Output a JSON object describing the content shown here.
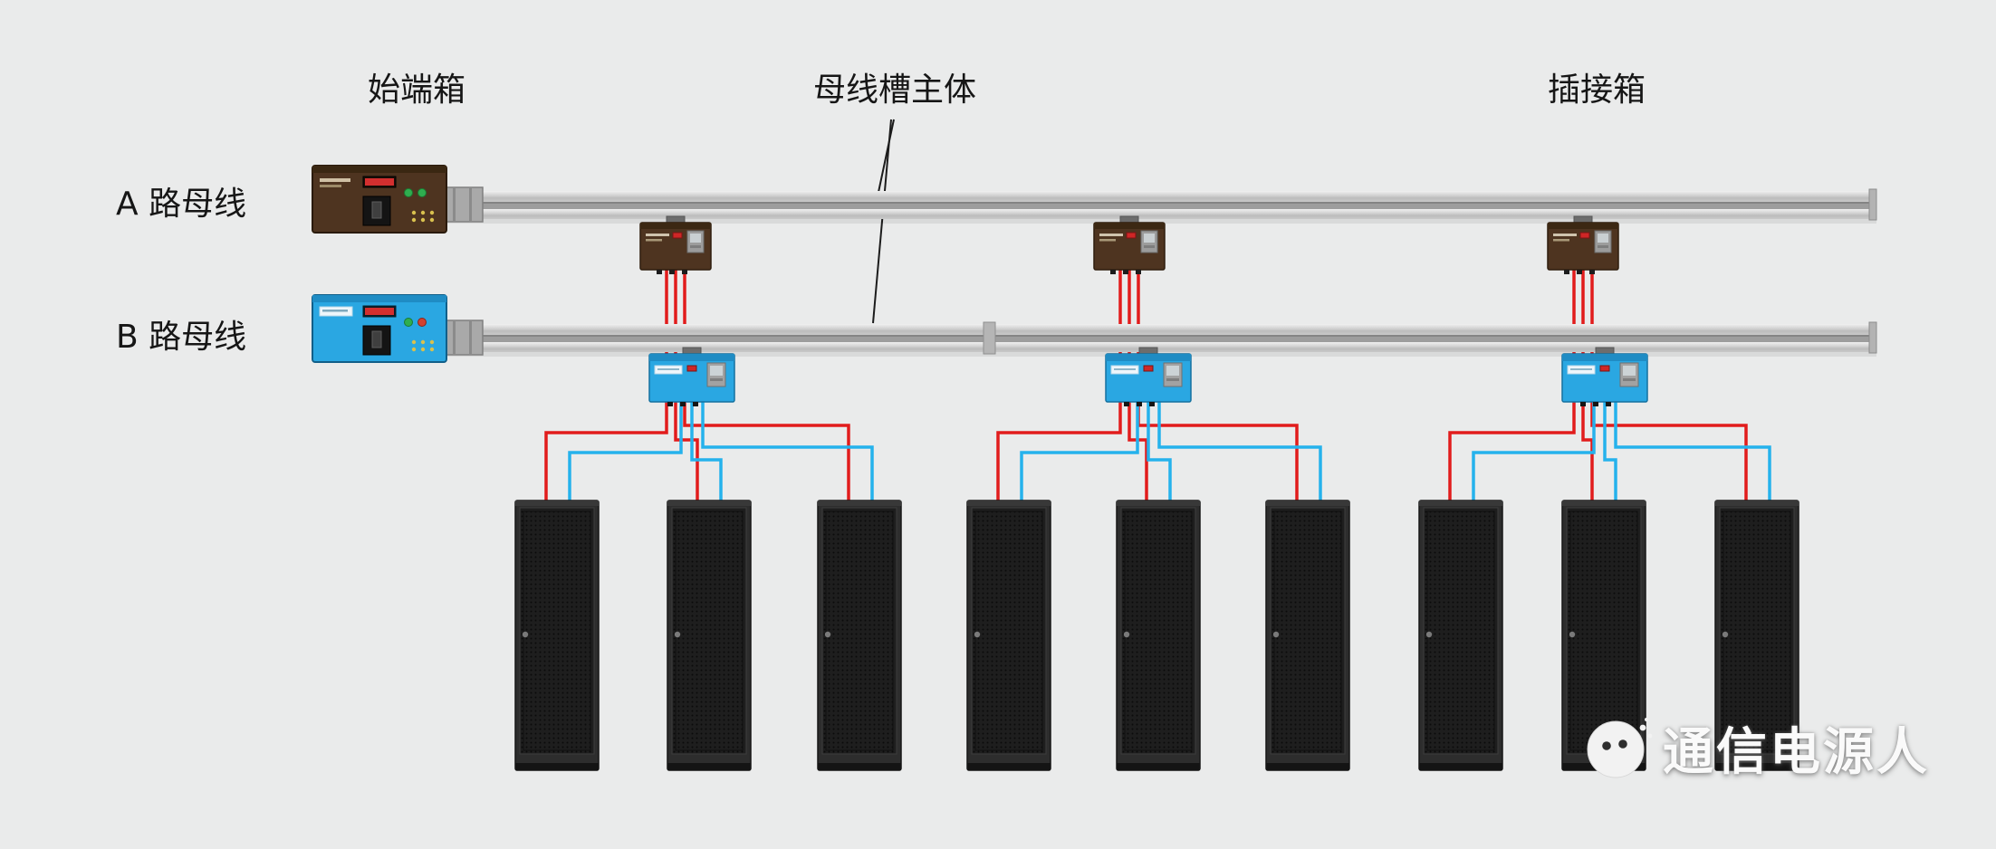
{
  "labels": {
    "start_box": "始端箱",
    "busway_body": "母线槽主体",
    "plug_box": "插接箱",
    "bus_a": "A 路母线",
    "bus_b": "B 路母线"
  },
  "watermark": {
    "text": "通信电源人",
    "icon": "wechat-chat-bubble-icon"
  },
  "colors": {
    "background": "#eaebeb",
    "rail_gray": "#c6c6c6",
    "feed_box_a_brown": "#4e3420",
    "feed_box_b_blue": "#2aa7e2",
    "cable_a_red": "#e11c1c",
    "cable_b_blue": "#25b2ec",
    "rack_black": "#1d1d1d",
    "label_text": "#161616"
  },
  "diagram": {
    "bus_routes": [
      {
        "name": "A",
        "label": "A 路母线",
        "box_color": "#4e3420",
        "cable_color": "#e11c1c",
        "plug_boxes": 3
      },
      {
        "name": "B",
        "label": "B 路母线",
        "box_color": "#2aa7e2",
        "cable_color": "#25b2ec",
        "plug_boxes": 3
      }
    ],
    "rack_groups": 3,
    "racks_per_group": 3,
    "racks_total": 9
  }
}
